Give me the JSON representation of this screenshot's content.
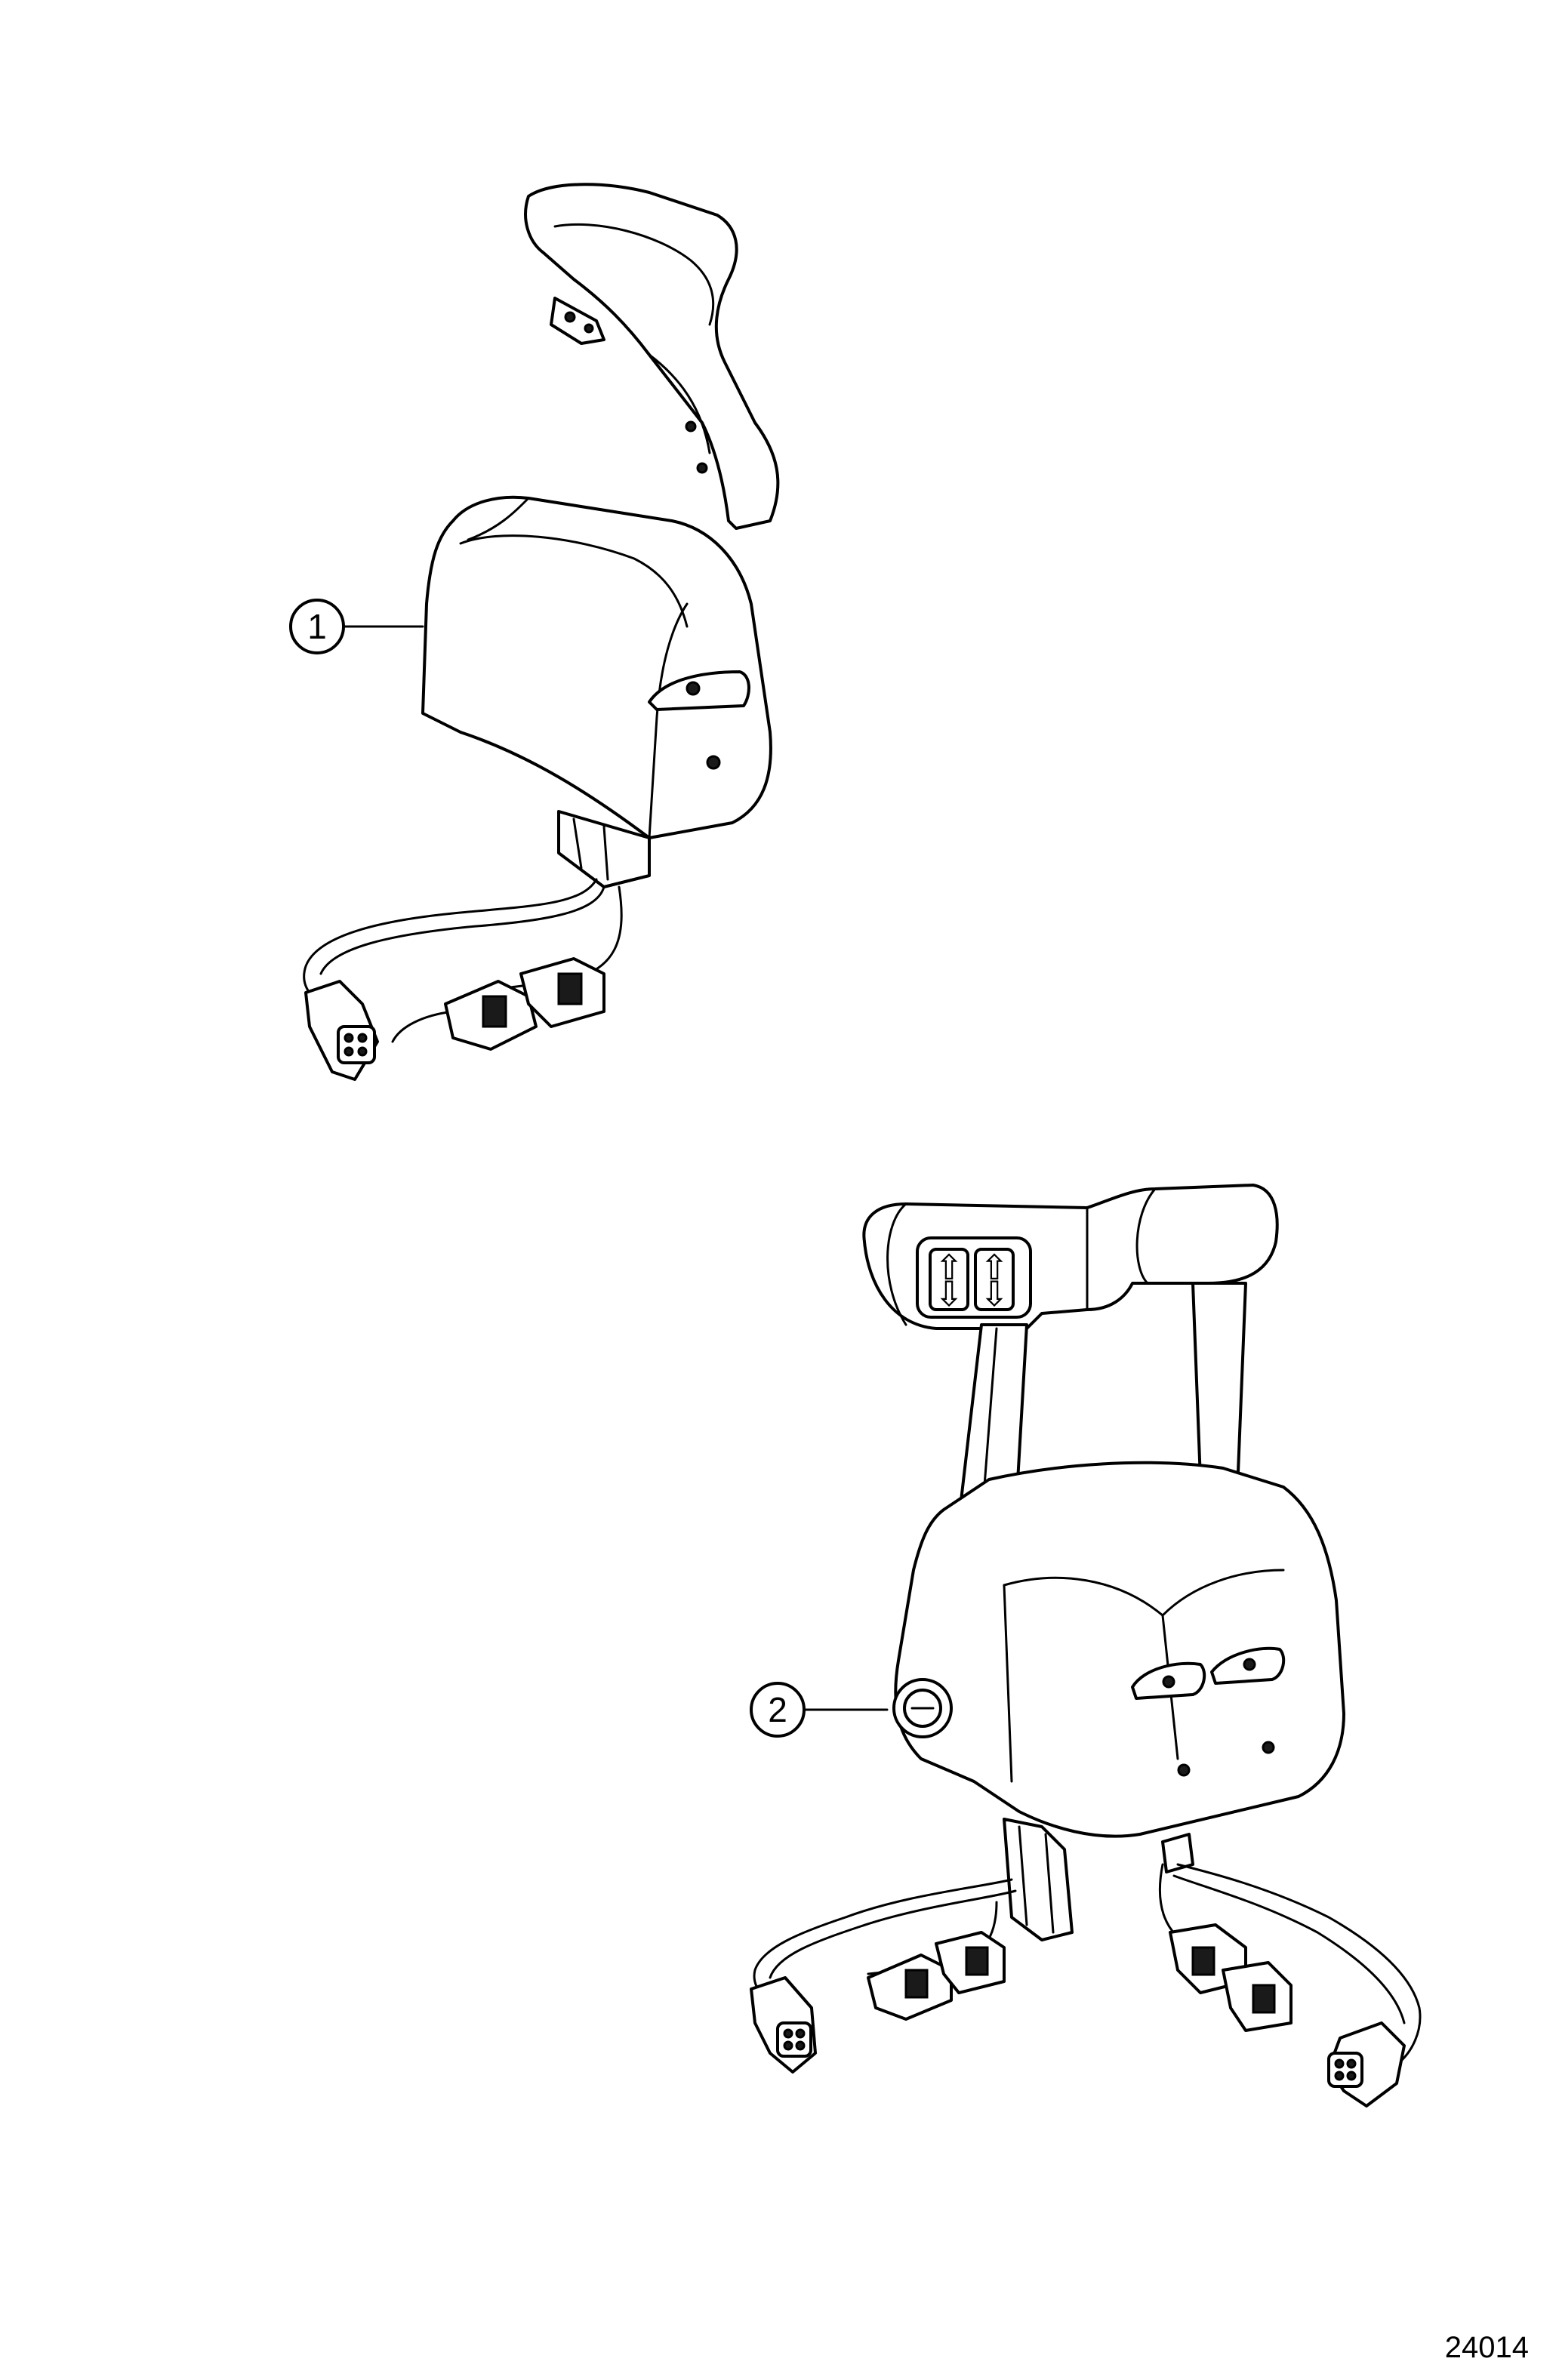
{
  "figure_number": "24014",
  "callouts": [
    {
      "number": "1"
    },
    {
      "number": "2"
    }
  ]
}
